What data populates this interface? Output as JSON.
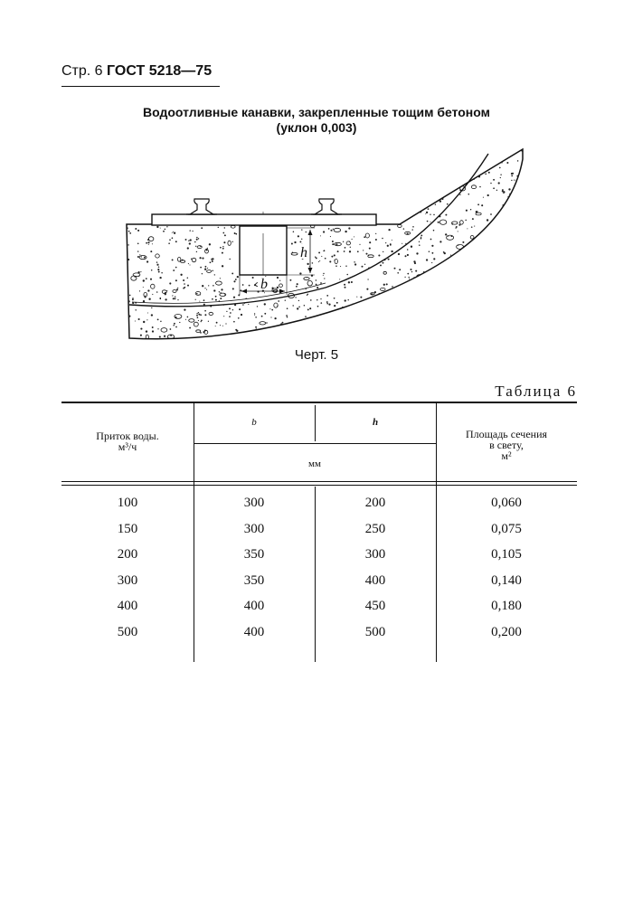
{
  "header": {
    "page_label": "Стр. 6",
    "doc_label": "ГОСТ 5218—75"
  },
  "figure": {
    "title_line1": "Водоотливные канавки, закрепленные тощим бетоном",
    "title_line2": "(уклон 0,003)",
    "dim_b": "b",
    "dim_h": "h",
    "caption": "Черт. 5"
  },
  "table": {
    "label": "Таблица 6",
    "headers": {
      "inflow_line1": "Приток воды.",
      "inflow_line2": "м³/ч",
      "b": "b",
      "h": "h",
      "unit": "мм",
      "area_line1": "Площадь сечения",
      "area_line2": "в свету,",
      "area_line3": "м²"
    },
    "rows": [
      [
        "100",
        "300",
        "200",
        "0,060"
      ],
      [
        "150",
        "300",
        "250",
        "0,075"
      ],
      [
        "200",
        "350",
        "300",
        "0,105"
      ],
      [
        "300",
        "350",
        "400",
        "0,140"
      ],
      [
        "400",
        "400",
        "450",
        "0,180"
      ],
      [
        "500",
        "400",
        "500",
        "0,200"
      ]
    ]
  }
}
